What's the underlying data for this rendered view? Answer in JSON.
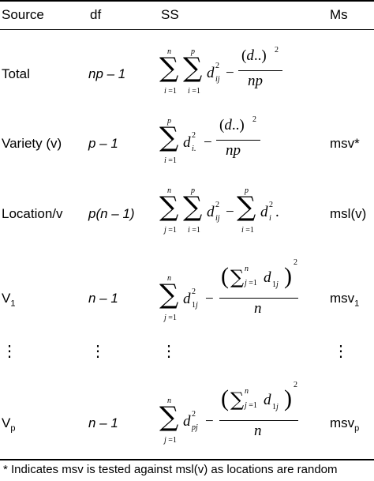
{
  "header": {
    "source": "Source",
    "df": "df",
    "ss": "SS",
    "ms": "Ms"
  },
  "rows": [
    {
      "source": "Total",
      "df": "np – 1",
      "ms": ""
    },
    {
      "source": "Variety (v)",
      "df": "p –  1",
      "ms": "msv*"
    },
    {
      "source": "Location/v",
      "df": "p(n – 1)",
      "ms": "msl(v)"
    },
    {
      "source_main": "V",
      "source_sub": "1",
      "df": "n – 1",
      "ms_main": "msv",
      "ms_sub": "1"
    },
    {
      "source": "⋮",
      "df": "⋮",
      "ss": "⋮",
      "ms": "⋮"
    },
    {
      "source_main": "V",
      "source_sub": "p",
      "df": "n – 1",
      "ms_main": "msv",
      "ms_sub": "p"
    }
  ],
  "footnote": "* Indicates msv is tested against msl(v) as locations are random"
}
